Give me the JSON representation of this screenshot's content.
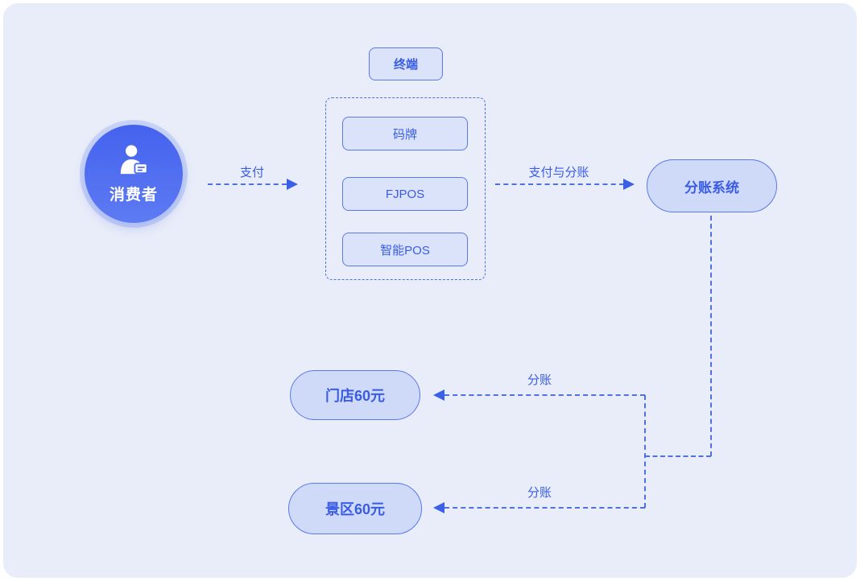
{
  "diagram": {
    "type": "flowchart",
    "nodes": {
      "consumer": {
        "label": "消费者",
        "shape": "circle",
        "icon": "user-card-icon"
      },
      "terminal": {
        "label": "终端",
        "shape": "rounded-rect",
        "group_style": "dashed-container",
        "items": [
          {
            "label": "码牌"
          },
          {
            "label": "FJPOS"
          },
          {
            "label": "智能POS"
          }
        ]
      },
      "split_system": {
        "label": "分账系统",
        "shape": "pill"
      },
      "store": {
        "label": "门店60元",
        "shape": "pill"
      },
      "scenic": {
        "label": "景区60元",
        "shape": "pill"
      }
    },
    "edges": {
      "pay": {
        "label": "支付",
        "from": "consumer",
        "to": "terminal",
        "style": "dashed-arrow"
      },
      "pay_split": {
        "label": "支付与分账",
        "from": "terminal",
        "to": "split_system",
        "style": "dashed-arrow"
      },
      "split_store": {
        "label": "分账",
        "from": "split_system",
        "to": "store",
        "style": "dashed-arrow"
      },
      "split_scenic": {
        "label": "分账",
        "from": "split_system",
        "to": "scenic",
        "style": "dashed-arrow"
      }
    },
    "colors": {
      "canvas_bg": "#e9edf9",
      "node_fill": "#dbe3fa",
      "pill_fill": "#cedaf8",
      "border_blue": "#5b79e8",
      "text_blue": "#3a5ce5",
      "dash_blue": "#4f6fe5",
      "arrow_blue": "#3b5fe6",
      "circle_gradient_top": "#4462ee",
      "circle_gradient_bottom": "#5d7bf2",
      "circle_halo": "#c9d4f6",
      "circle_text": "#ffffff"
    }
  }
}
